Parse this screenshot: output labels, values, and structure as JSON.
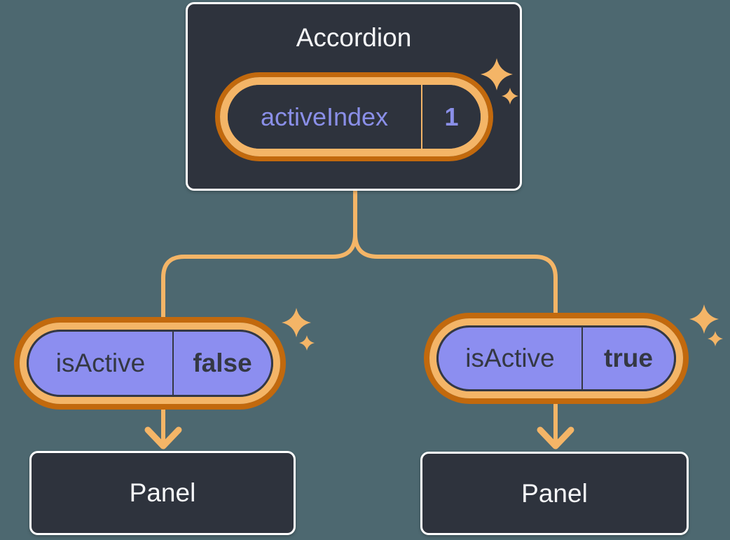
{
  "diagram": {
    "title_note": "component tree showing lifted state",
    "accordion": {
      "title": "Accordion",
      "state_pill": {
        "label": "activeIndex",
        "value": "1"
      }
    },
    "children": [
      {
        "prop_pill": {
          "label": "isActive",
          "value": "false"
        },
        "panel": {
          "label": "Panel"
        }
      },
      {
        "prop_pill": {
          "label": "isActive",
          "value": "true"
        },
        "panel": {
          "label": "Panel"
        }
      }
    ],
    "icons": {
      "sparkles": "sparkles-icon",
      "arrow_down": "arrow-down-icon"
    },
    "colors": {
      "background": "#4D6870",
      "box_fill": "#2E333D",
      "box_border": "#FFFFFF",
      "text_light": "#F6F7F9",
      "text_dark": "#343843",
      "pill_purple_fill": "#8C8EF0",
      "pill_purple_text": "#8A8FE8",
      "line_orange": "#F4B567",
      "ring_dark_orange": "#C2690D"
    }
  }
}
